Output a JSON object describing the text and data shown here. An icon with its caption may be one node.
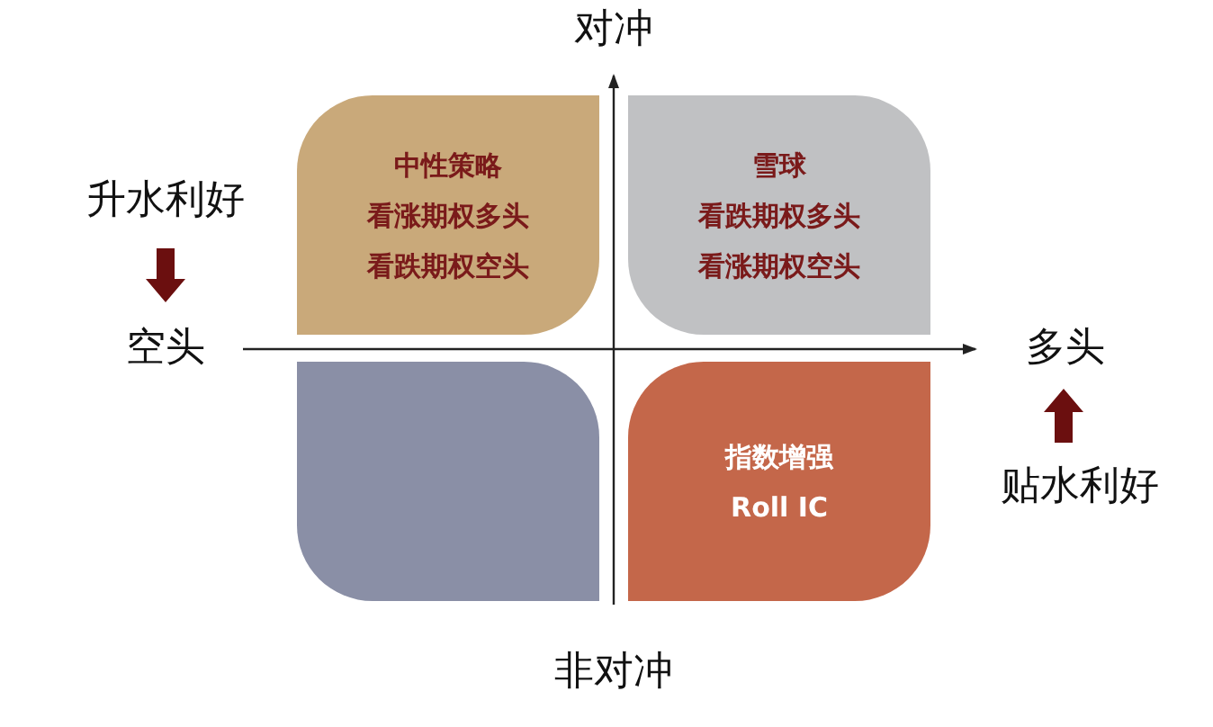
{
  "diagram": {
    "nodes": [
      {
        "text": [
          "中性策略",
          "看涨期权多头",
          "看跌期权空头"
        ]
      },
      {
        "text": [
          "雪球",
          "看跌期权多头",
          "看涨期权空头"
        ]
      },
      {
        "text": [],
        "shape": "box"
      },
      {
        "text": [
          "指数增强",
          "Roll IC"
        ]
      }
    ],
    "edges": [],
    "labels": [
      "对冲",
      "升水利好",
      "空头",
      "多头",
      "贴水利好",
      "非对冲"
    ]
  }
}
